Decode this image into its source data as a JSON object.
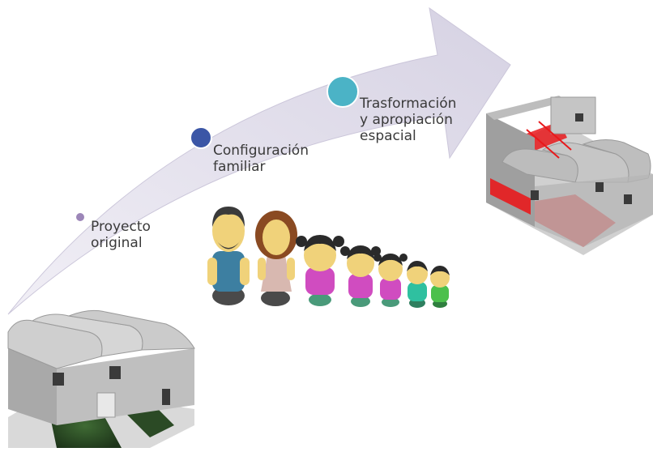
{
  "diagram": {
    "stages": [
      {
        "lines": [
          "Proyecto",
          "original"
        ],
        "dot_color": "#9c86b8"
      },
      {
        "lines": [
          "Configuración",
          "familiar"
        ],
        "dot_color": "#3b56a6"
      },
      {
        "lines": [
          "Trasformación",
          "y apropiación",
          "espacial"
        ],
        "dot_color": "#4bb3c6"
      }
    ],
    "colors": {
      "arrow": "#dcd8e8",
      "house_wall": "#b9b9b9",
      "grass": "#2b4a25",
      "highlight": "#e8191c"
    },
    "icons": [
      "arrow-icon",
      "original-house-icon",
      "family-icon",
      "transformed-house-icon"
    ]
  }
}
